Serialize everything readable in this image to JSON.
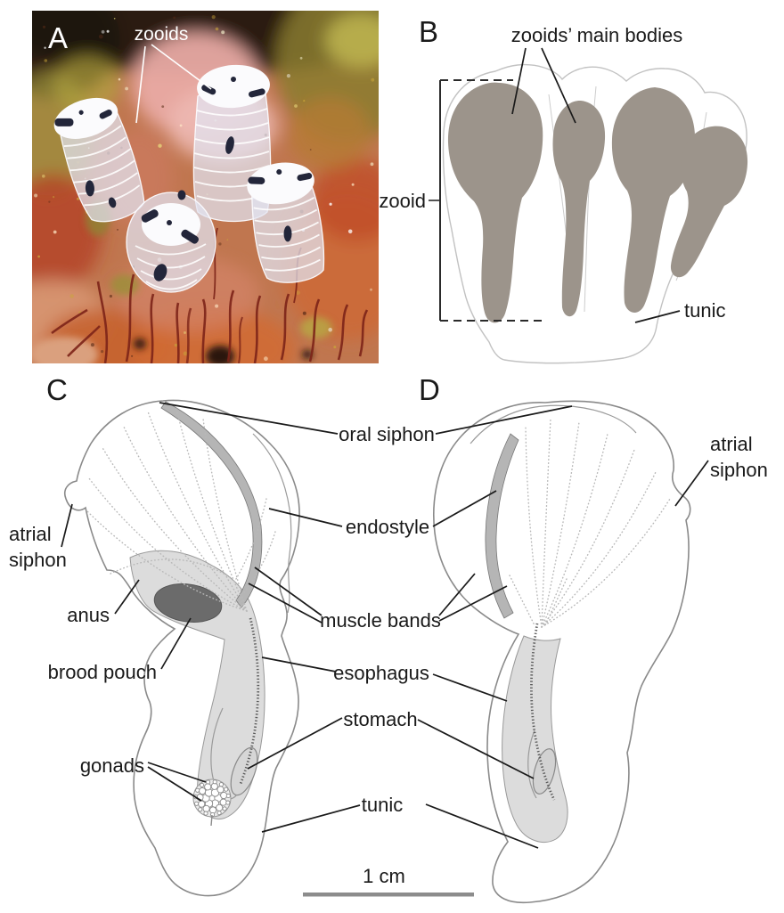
{
  "panels": {
    "a": {
      "letter": "A",
      "zooids_label": "zooids"
    },
    "b": {
      "letter": "B",
      "main_bodies_label": "zooids’ main bodies",
      "zooid_label": "zooid",
      "tunic_label": "tunic"
    },
    "c": {
      "letter": "C"
    },
    "d": {
      "letter": "D"
    }
  },
  "anatomy_labels": {
    "oral_siphon": "oral siphon",
    "endostyle": "endostyle",
    "muscle_bands": "muscle bands",
    "esophagus": "esophagus",
    "stomach": "stomach",
    "tunic": "tunic",
    "gonads": "gonads",
    "anus": "anus",
    "brood_pouch": "brood pouch",
    "atrial_siphon_c": {
      "line1": "atrial",
      "line2": "siphon"
    },
    "atrial_siphon_d": {
      "line1": "atrial",
      "line2": "siphon"
    }
  },
  "scale_bar": {
    "label": "1 cm"
  },
  "colors": {
    "leader_line": "#1a1a1a",
    "outline_gray": "#8a8a8a",
    "zooid_body_gray": "#9c948b",
    "endostyle_gray": "#b5b5b5",
    "gut_gray": "#dcdcdc",
    "brood_pouch_gray": "#6b6b6b",
    "scale_bar_gray": "#8c8c8c"
  }
}
